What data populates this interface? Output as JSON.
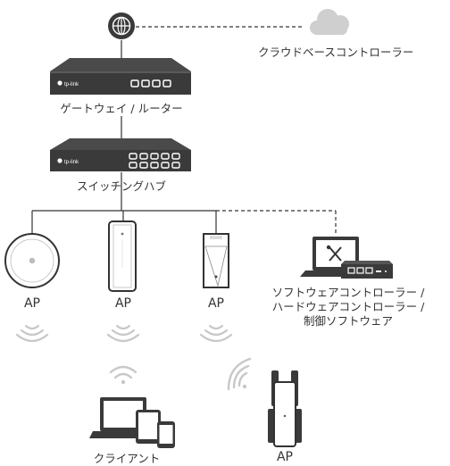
{
  "labels": {
    "cloud": "クラウドベースコントローラー",
    "gateway": "ゲートウェイ / ルーター",
    "switch": "スイッチングハブ",
    "ap1": "AP",
    "ap2": "AP",
    "ap3": "AP",
    "controller_line1": "ソフトウェアコントローラー /",
    "controller_line2": "ハードウェアコントローラー /",
    "controller_line3": "制御ソフトウェア",
    "client": "クライアント",
    "ap4": "AP"
  },
  "brand": {
    "router": "tp-link",
    "switch": "tp-link"
  },
  "colors": {
    "line": "#333333",
    "device": "#3a3a3a",
    "cloud": "#cfcfcf",
    "wifi": "#c8c8c8"
  }
}
